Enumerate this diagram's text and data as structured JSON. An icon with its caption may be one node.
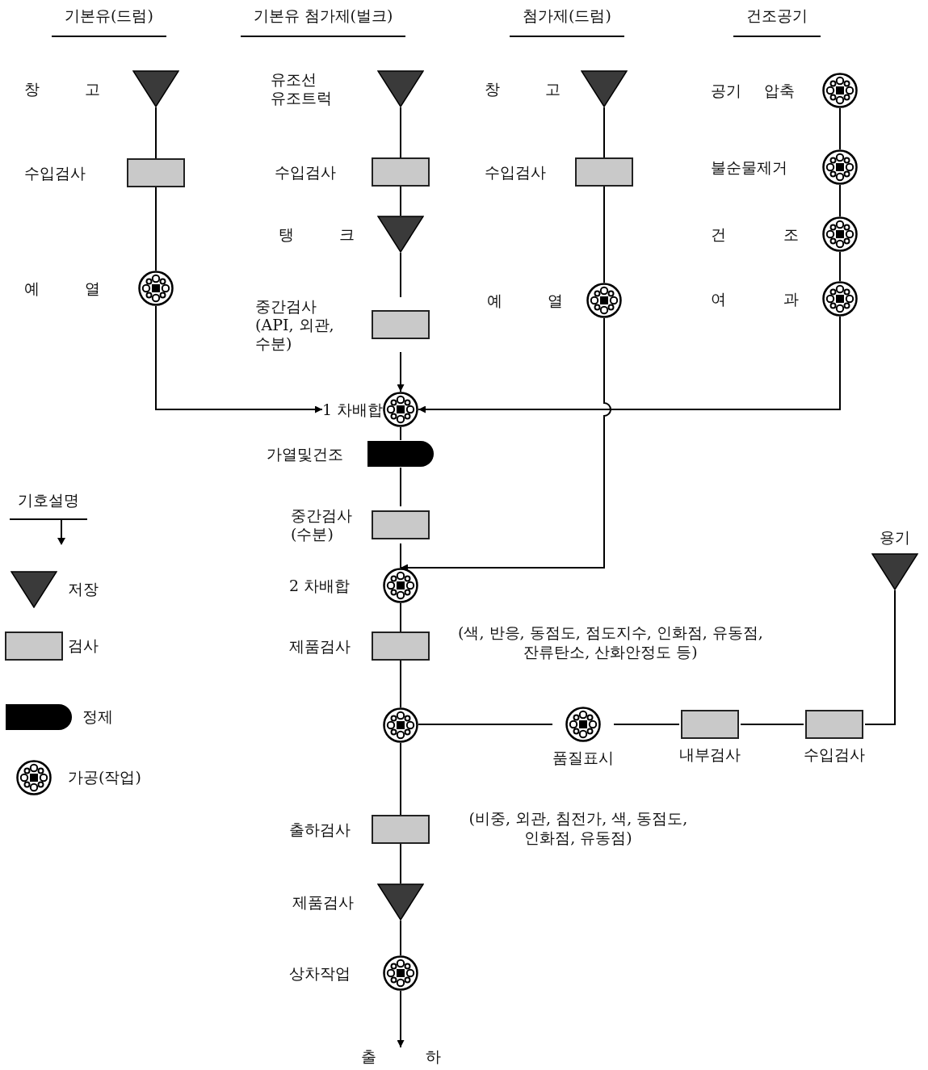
{
  "diagram": {
    "nodes": [
      {
        "text": [
          "창 고"
        ]
      },
      {
        "text": [
          "수입검사"
        ]
      },
      {
        "text": [
          "예 열"
        ]
      },
      {
        "text": [
          "유조선 유조트럭"
        ]
      },
      {
        "text": [
          "수입검사"
        ]
      },
      {
        "text": [
          "탱 크"
        ]
      },
      {
        "text": [
          "중간검사 (API, 외관, 수분)"
        ]
      },
      {
        "text": [
          "1 차배합"
        ]
      },
      {
        "text": [
          "가열및건조"
        ]
      },
      {
        "text": [
          "중간검사 (수분)"
        ]
      },
      {
        "text": [
          "2 차배합"
        ]
      },
      {
        "text": [
          "제품검사"
        ],
        "beside": [
          "(색, 반응, 동점도, 점도지수, 인화점, 유동점, 잔류탄소, 산화안정도 등)"
        ]
      },
      {
        "text": [],
        "shape": "circle"
      },
      {
        "text": [
          "출하검사"
        ],
        "beside": [
          "(비중, 외관, 침전가, 색, 동점도, 인화점, 유동점)"
        ]
      },
      {
        "text": [
          "제품검사"
        ]
      },
      {
        "text": [
          "상차작업"
        ]
      },
      {
        "text": [
          "출 하"
        ]
      },
      {
        "text": [
          "창 고"
        ]
      },
      {
        "text": [
          "수입검사"
        ]
      },
      {
        "text": [
          "예 열"
        ]
      },
      {
        "text": [
          "공기 압축"
        ]
      },
      {
        "text": [
          "불순물제거"
        ]
      },
      {
        "text": [
          "건 조"
        ]
      },
      {
        "text": [
          "여 과"
        ]
      },
      {
        "text": [
          "용기"
        ]
      },
      {
        "text": [
          "수입검사"
        ]
      },
      {
        "text": [
          "내부검사"
        ]
      },
      {
        "text": [
          "품질표시"
        ]
      }
    ],
    "edges": [
      {
        "from": 0,
        "to": 1,
        "arrow": "none"
      },
      {
        "from": 1,
        "to": 2,
        "arrow": "none"
      },
      {
        "from": 2,
        "to": 7,
        "arrow": "to"
      },
      {
        "from": 3,
        "to": 4,
        "arrow": "none"
      },
      {
        "from": 4,
        "to": 5,
        "arrow": "none"
      },
      {
        "from": 5,
        "to": 6,
        "arrow": "none"
      },
      {
        "from": 6,
        "to": 7,
        "arrow": "to"
      },
      {
        "from": 17,
        "to": 18,
        "arrow": "none"
      },
      {
        "from": 18,
        "to": 19,
        "arrow": "none"
      },
      {
        "from": 19,
        "to": 10,
        "arrow": "to"
      },
      {
        "from": 20,
        "to": 21,
        "arrow": "none"
      },
      {
        "from": 21,
        "to": 22,
        "arrow": "none"
      },
      {
        "from": 22,
        "to": 23,
        "arrow": "none"
      },
      {
        "from": 23,
        "to": 7,
        "arrow": "to"
      },
      {
        "from": 7,
        "to": 8,
        "arrow": "none"
      },
      {
        "from": 8,
        "to": 9,
        "arrow": "none"
      },
      {
        "from": 9,
        "to": 10,
        "arrow": "none"
      },
      {
        "from": 10,
        "to": 11,
        "arrow": "none"
      },
      {
        "from": 11,
        "to": 12,
        "arrow": "none"
      },
      {
        "from": 12,
        "to": 13,
        "arrow": "none"
      },
      {
        "from": 13,
        "to": 14,
        "arrow": "none"
      },
      {
        "from": 14,
        "to": 15,
        "arrow": "none"
      },
      {
        "from": 15,
        "to": 16,
        "arrow": "to"
      },
      {
        "from": 24,
        "to": 25,
        "arrow": "none"
      },
      {
        "from": 25,
        "to": 26,
        "arrow": "none"
      },
      {
        "from": 26,
        "to": 27,
        "arrow": "none"
      },
      {
        "from": 27,
        "to": 12,
        "arrow": "none"
      }
    ],
    "labels": [
      "기본유(드럼)",
      "기본유 첨가제(벌크)",
      "첨가제(드럼)",
      "건조공기",
      "기호설명"
    ],
    "legend": [
      {
        "text": "저장"
      },
      {
        "text": "검사"
      },
      {
        "text": "정제"
      },
      {
        "text": "가공(작업)"
      }
    ]
  }
}
